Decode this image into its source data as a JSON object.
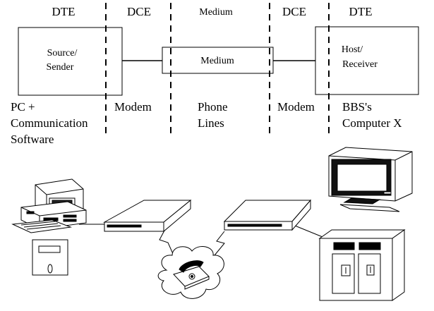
{
  "header": {
    "dte_left": "DTE",
    "dce_left": "DCE",
    "medium": "Medium",
    "dce_right": "DCE",
    "dte_right": "DTE"
  },
  "boxes": {
    "source_line1": "Source/",
    "source_line2": "Sender",
    "medium": "Medium",
    "host_line1": "Host/",
    "host_line2": "Receiver"
  },
  "captions": {
    "pc_line1": "PC +",
    "pc_line2": "Communication",
    "pc_line3": "Software",
    "modem_left": "Modem",
    "phone_line1": "Phone",
    "phone_line2": "Lines",
    "modem_right": "Modem",
    "bbs_line1": "BBS's",
    "bbs_line2": "Computer X"
  },
  "icons": [
    "personal-computer-icon",
    "floppy-disk-icon",
    "modem-icon",
    "telephone-cloud-icon",
    "crt-monitor-icon",
    "server-cabinet-icon"
  ]
}
